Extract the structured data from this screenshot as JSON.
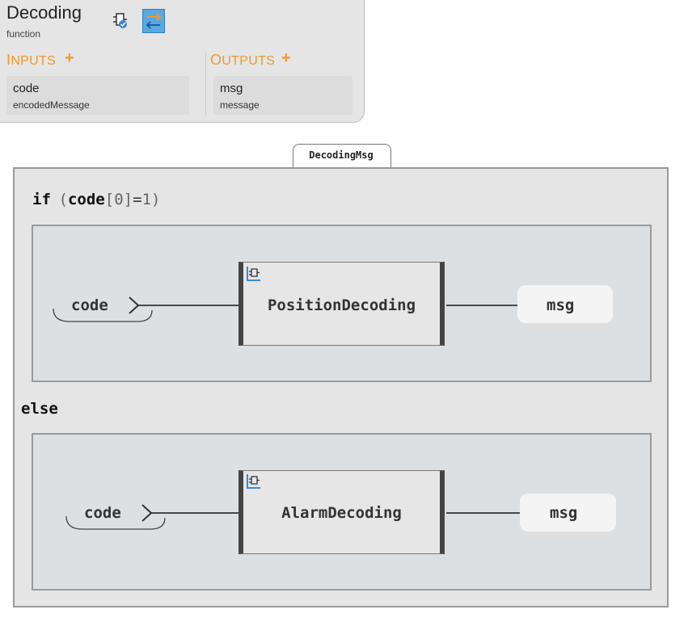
{
  "header": {
    "title": "Decoding",
    "subtitle": "function",
    "inputs_title_first": "I",
    "inputs_title_rest": "NPUTS",
    "outputs_title_first": "O",
    "outputs_title_rest": "UTPUTS",
    "add_symbol": "+",
    "inputs": [
      {
        "name": "code",
        "type": "encodedMessage"
      }
    ],
    "outputs": [
      {
        "name": "msg",
        "type": "message"
      }
    ]
  },
  "diagram": {
    "block_name": "DecodingMsg",
    "if_keyword": "if",
    "condition": {
      "open_paren": "(",
      "variable": "code",
      "index_open": "[",
      "index": "0",
      "index_close": "]",
      "operator": "=",
      "value": "1",
      "close_paren": ")"
    },
    "else_keyword": "else",
    "branches": [
      {
        "input": "code",
        "function": "PositionDecoding",
        "output": "msg"
      },
      {
        "input": "code",
        "function": "AlarmDecoding",
        "output": "msg"
      }
    ]
  },
  "colors": {
    "section_title": "#f0982e",
    "switch_icon_bg": "#5aa8e0",
    "fn_border": "#444444"
  }
}
